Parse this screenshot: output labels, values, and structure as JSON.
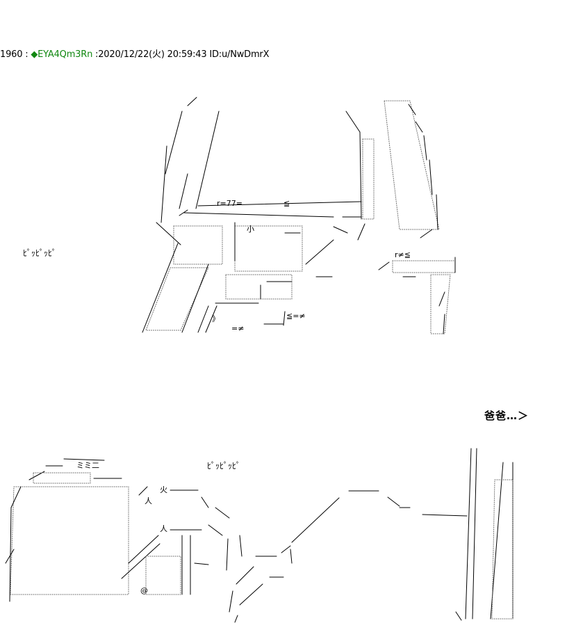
{
  "post": {
    "number": "1960",
    "separator": ":",
    "trip": "◆EYA4Qm3Rn",
    "datetime": ":2020/12/22(火) 20:59:43",
    "id": "ID:u/NwDmrX"
  },
  "art": {
    "sfx_top": "ﾋﾟｯﾋﾟｯﾋﾟ",
    "sfx_bottom": "ﾋﾟｯﾋﾟｯﾋﾟ",
    "speech_right": "爸爸…＞",
    "text_marks": [
      "r=77=",
      "≦",
      "小",
      "≦=≠",
      "=≠",
      "r≠≦",
      "ミミ二",
      "火",
      "人",
      "@"
    ]
  },
  "colors": {
    "trip": "#118811",
    "ink": "#000000",
    "dots": "#666666"
  }
}
